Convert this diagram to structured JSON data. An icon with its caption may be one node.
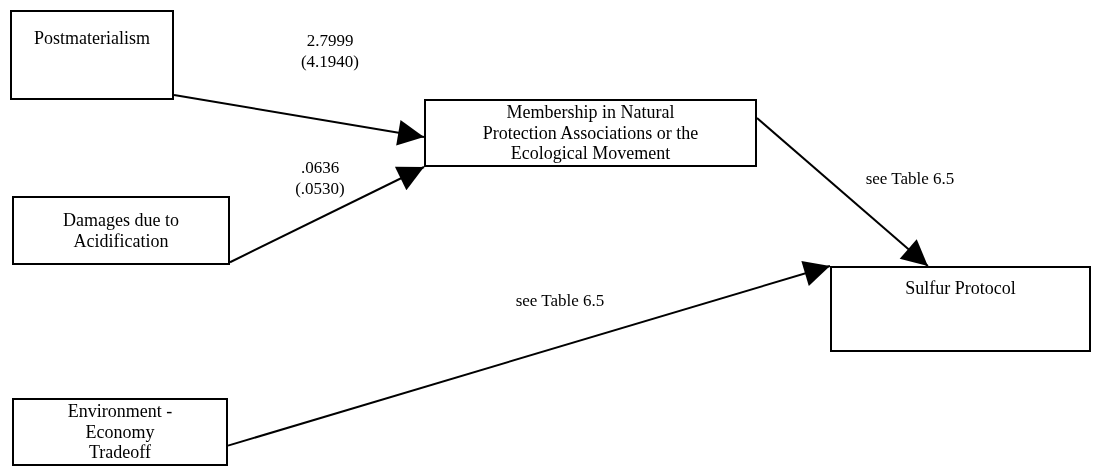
{
  "diagram": {
    "nodes": [
      {
        "text": [
          "Postmaterialism"
        ]
      },
      {
        "text": [
          "Damages due to Acidification"
        ]
      },
      {
        "text": [
          "Environment - Economy Tradeoff"
        ]
      },
      {
        "text": [
          "Membership in Natural Protection Associations or the Ecological Movement"
        ]
      },
      {
        "text": [
          "Sulfur Protocol"
        ]
      }
    ],
    "edges": [
      {
        "from": 0,
        "to": 3,
        "arrow": "to",
        "label": "2.7999 (4.1940)"
      },
      {
        "from": 1,
        "to": 3,
        "arrow": "to",
        "label": ".0636 (.0530)"
      },
      {
        "from": 3,
        "to": 4,
        "arrow": "to",
        "label": "see Table 6.5"
      },
      {
        "from": 2,
        "to": 4,
        "arrow": "to",
        "label": "see Table 6.5"
      }
    ]
  }
}
